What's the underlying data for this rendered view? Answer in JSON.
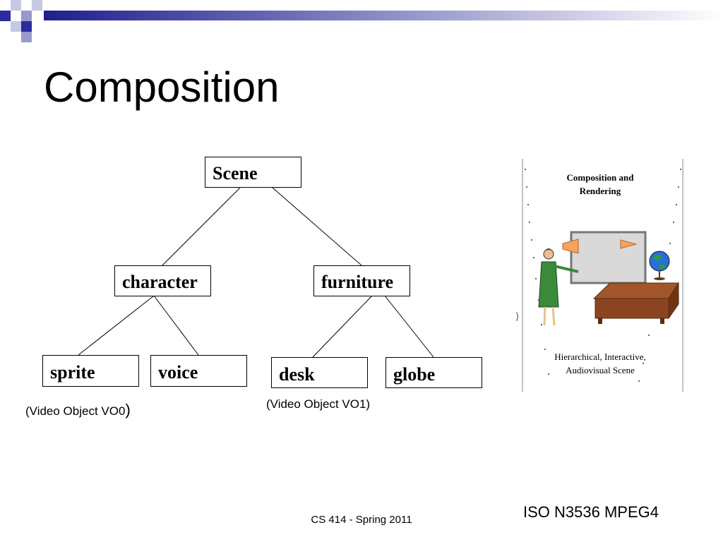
{
  "slide": {
    "title": "Composition",
    "footer": "CS 414 - Spring 2011",
    "source": "ISO N3536 MPEG4"
  },
  "tree": {
    "root": "Scene",
    "level1": [
      "character",
      "furniture"
    ],
    "level2": [
      "sprite",
      "voice",
      "desk",
      "globe"
    ]
  },
  "captions": {
    "vo0_text": "(Video Object VO0",
    "vo0_paren": ")",
    "vo1": "(Video Object VO1)"
  },
  "illustration": {
    "title_line1": "Composition and",
    "title_line2": "Rendering",
    "caption_line1": "Hierarchical, Interactive,",
    "caption_line2": "Audiovisual Scene"
  },
  "colors": {
    "banner_dark": "#1f1f8f",
    "banner_light": "#ffffff",
    "square_dark": "#2b2ba0",
    "square_light": "#9999cc"
  }
}
